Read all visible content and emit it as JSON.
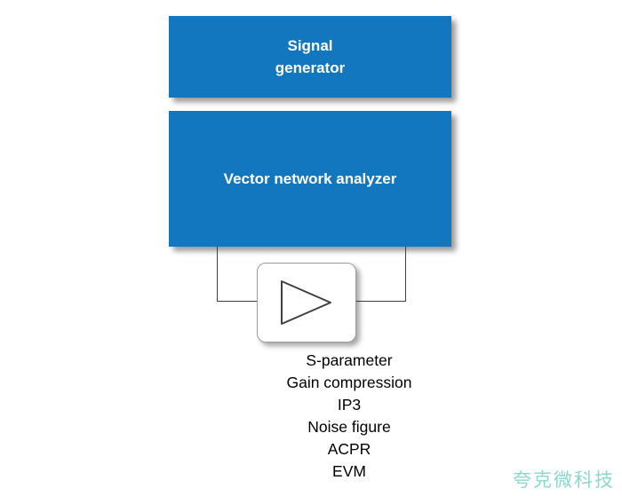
{
  "diagram": {
    "boxes": {
      "signal_generator": {
        "label": "Signal\ngenerator"
      },
      "vna": {
        "label": "Vector network analyzer"
      }
    },
    "amplifier": {
      "name": "amplifier-symbol"
    },
    "measurements": [
      "S-parameter",
      "Gain compression",
      "IP3",
      "Noise figure",
      "ACPR",
      "EVM"
    ],
    "watermark": "夸克微科技",
    "colors": {
      "box_fill": "#1277BE",
      "box_text": "#FFFFFF",
      "wire": "#3F3F3F",
      "watermark": "#8CD7D0"
    }
  }
}
